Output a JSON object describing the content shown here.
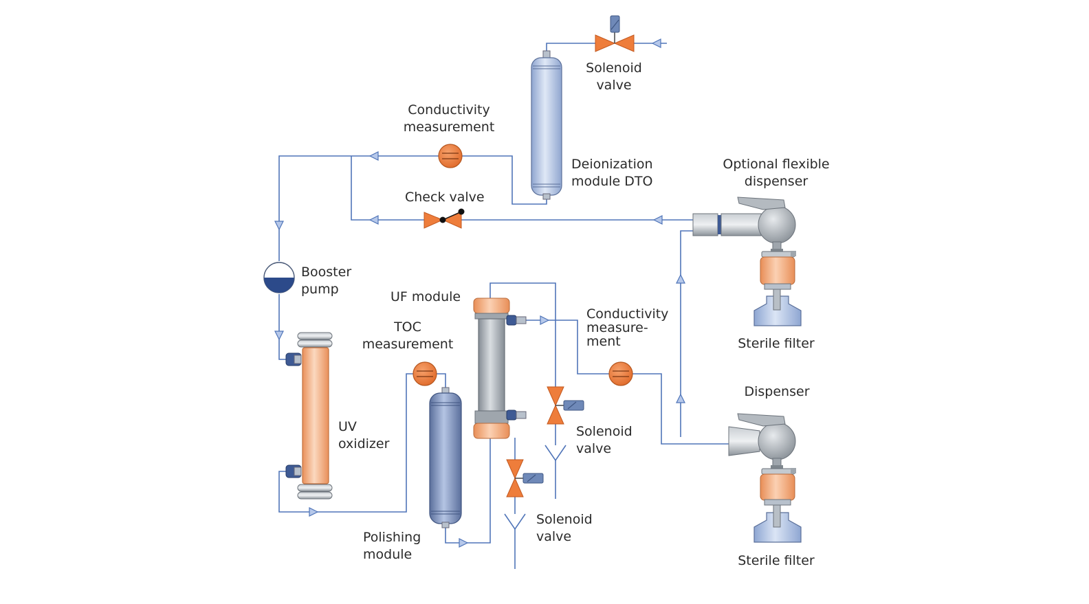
{
  "labels": {
    "solenoid_top": [
      "Solenoid",
      "valve"
    ],
    "conductivity_top": [
      "Conductivity",
      "measurement"
    ],
    "deionization": [
      "Deionization",
      "module DTO"
    ],
    "optional_dispenser": [
      "Optional flexible",
      "dispenser"
    ],
    "check_valve": "Check valve",
    "booster_pump": [
      "Booster",
      "pump"
    ],
    "uf_module": "UF module",
    "toc": [
      "TOC",
      "measurement"
    ],
    "conductivity_mid": [
      "Conductivity",
      "measure-",
      "ment"
    ],
    "sterile_filter_top": "Sterile filter",
    "dispenser": "Dispenser",
    "uv_oxidizer": [
      "UV",
      "oxidizer"
    ],
    "solenoid_mid": [
      "Solenoid",
      "valve"
    ],
    "solenoid_low": [
      "Solenoid",
      "valve"
    ],
    "polishing": [
      "Polishing",
      "module"
    ],
    "sterile_filter_bottom": "Sterile filter"
  },
  "colors": {
    "pipe": "#4f74b8",
    "valve_orange": "#ee7d3b",
    "uv_orange": "#f2a070",
    "module_blue": "#aabfe0",
    "polishing_blue": "#7f96c2",
    "grey_body": "#9ea4aa"
  }
}
